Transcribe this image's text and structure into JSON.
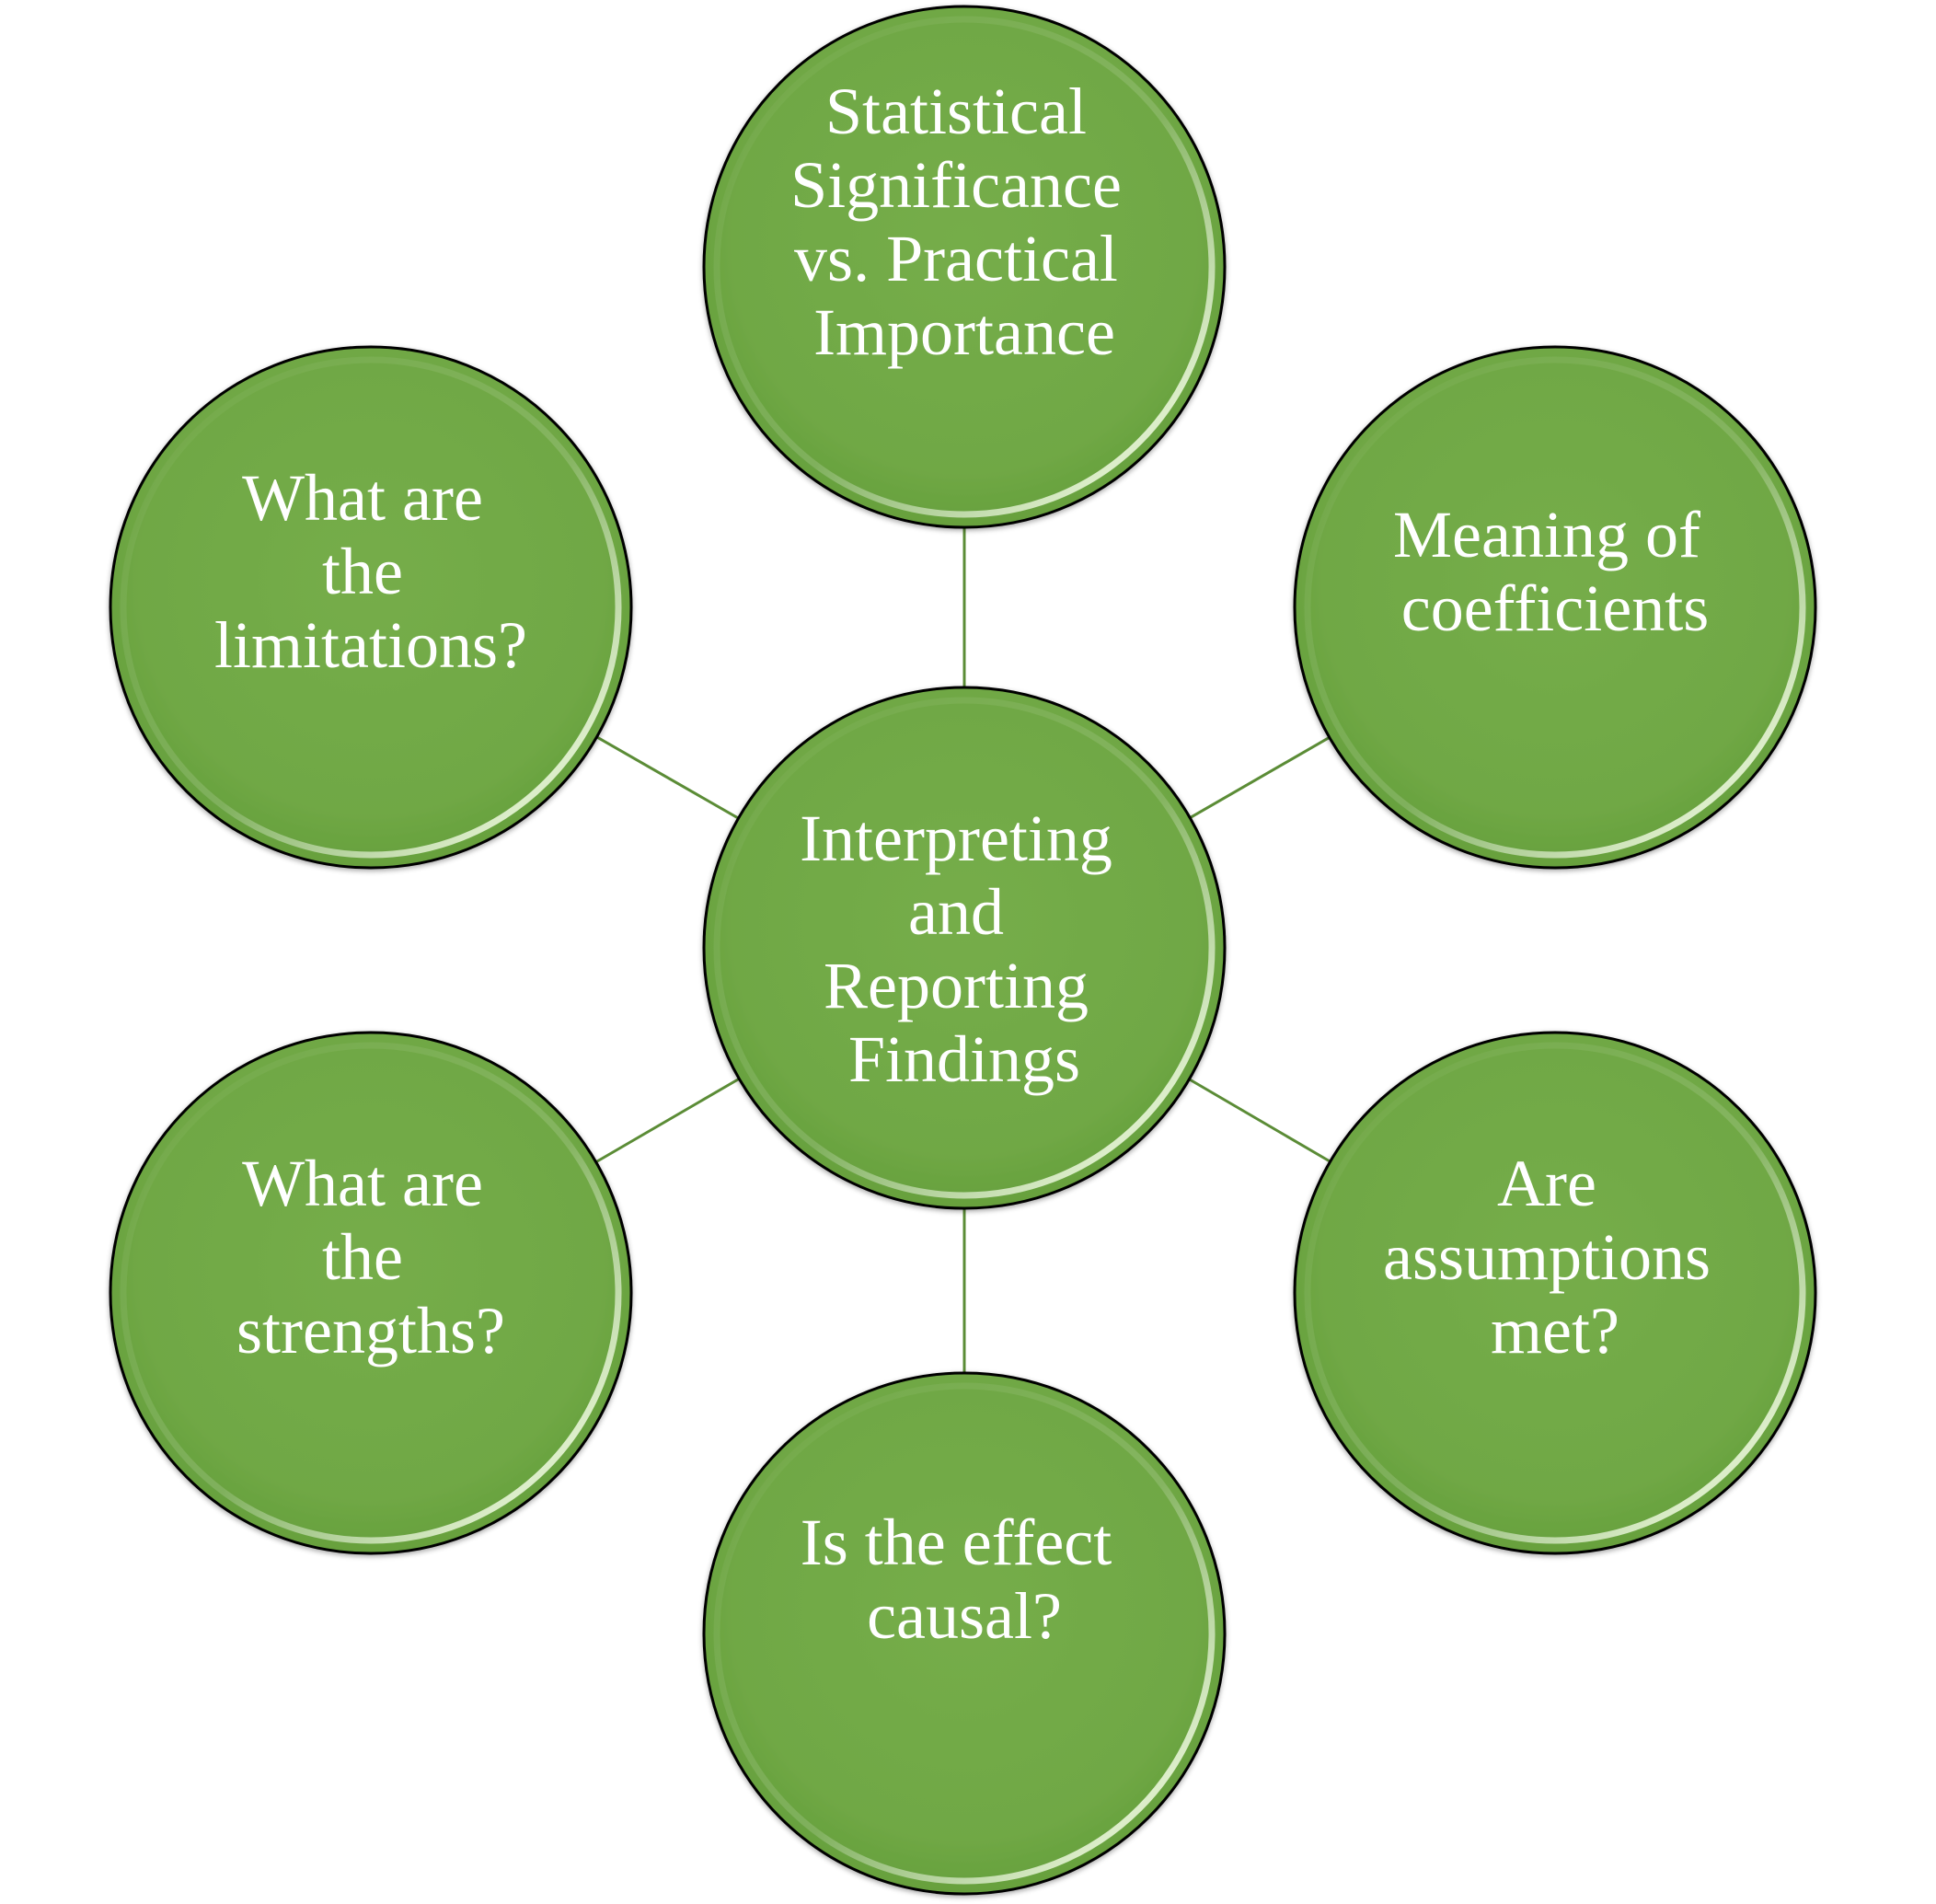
{
  "center": {
    "lines": [
      "Interpreting",
      "and",
      "Reporting",
      "Findings"
    ]
  },
  "nodes": [
    {
      "id": "statistical-significance",
      "lines": [
        "Statistical",
        "Significance",
        "vs. Practical",
        "Importance"
      ]
    },
    {
      "id": "meaning-of-coefficients",
      "lines": [
        "Meaning of",
        "coefficients"
      ]
    },
    {
      "id": "assumptions-met",
      "lines": [
        "Are",
        "assumptions",
        "met?"
      ]
    },
    {
      "id": "effect-causal",
      "lines": [
        "Is the effect",
        "causal?"
      ]
    },
    {
      "id": "strengths",
      "lines": [
        "What are",
        "the",
        "strengths?"
      ]
    },
    {
      "id": "limitations",
      "lines": [
        "What are",
        "the",
        "limitations?"
      ]
    }
  ],
  "colors": {
    "fill": "#70a845",
    "fill_dark": "#5f9638",
    "outline": "#000000",
    "connector": "#5b8c36",
    "text": "#ffffff"
  }
}
